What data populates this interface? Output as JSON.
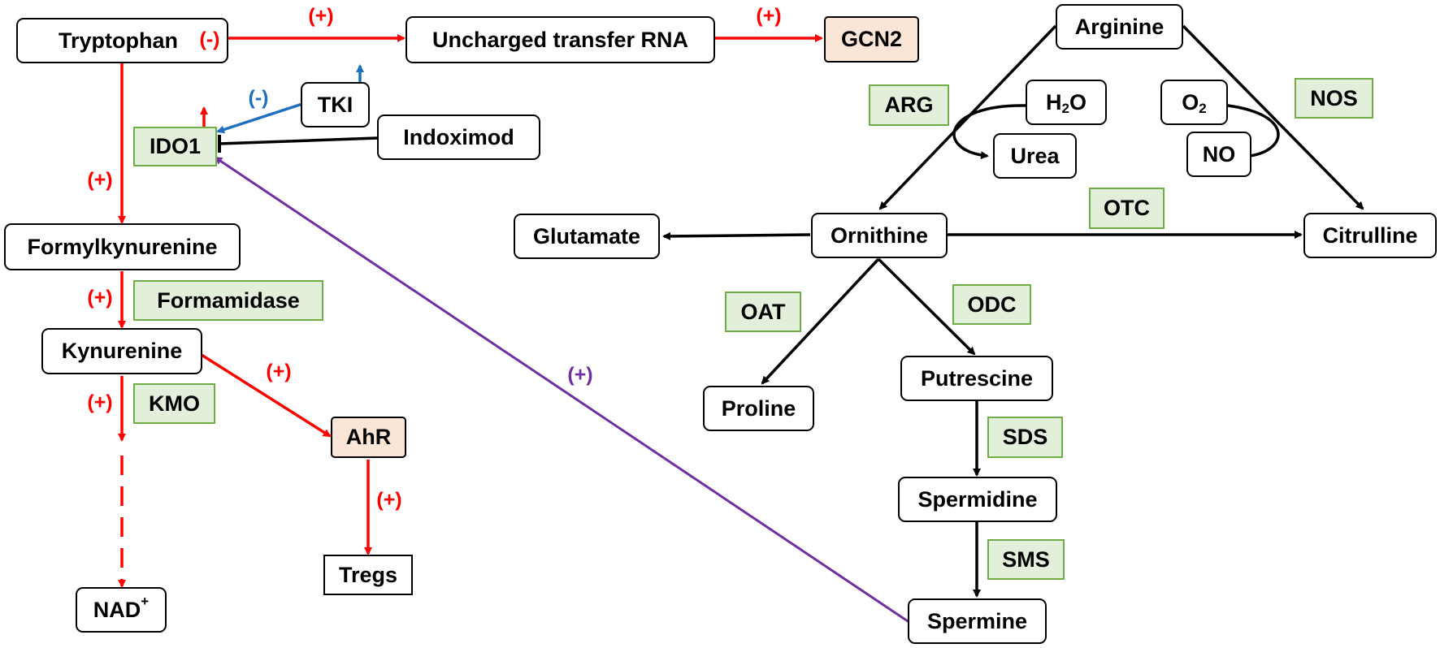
{
  "colors": {
    "activation_red": "#ff0000",
    "inhibition_blue": "#1f6fc0",
    "spermine_purple": "#7030a0",
    "pathway_black": "#000000",
    "enzyme_fill": "#e2efda",
    "enzyme_border": "#70ad47",
    "receptor_fill": "#fbe5d6"
  },
  "nodes": {
    "tryptophan": "Tryptophan",
    "uncharged_trna": "Uncharged transfer RNA",
    "gcn2": "GCN2",
    "tki": "TKI",
    "ido1": "IDO1",
    "indoximod": "Indoximod",
    "formylkynurenine": "Formylkynurenine",
    "formamidase": "Formamidase",
    "kynurenine": "Kynurenine",
    "kmo": "KMO",
    "ahr": "AhR",
    "tregs": "Tregs",
    "nad": {
      "base": "NAD",
      "sup": "+"
    },
    "arginine": "Arginine",
    "arg": "ARG",
    "water": {
      "base": "H",
      "sub": "2",
      "tail": "O"
    },
    "urea": "Urea",
    "oxygen": {
      "base": "O",
      "sub": "2"
    },
    "nos": "NOS",
    "no": "NO",
    "glutamate": "Glutamate",
    "ornithine": "Ornithine",
    "otc": "OTC",
    "citrulline": "Citrulline",
    "oat": "OAT",
    "odc": "ODC",
    "proline": "Proline",
    "putrescine": "Putrescine",
    "sds": "SDS",
    "spermidine": "Spermidine",
    "sms": "SMS",
    "spermine": "Spermine"
  },
  "labels": {
    "tryptophan_minus": "(-)",
    "trp_to_trna": "(+)",
    "trna_to_gcn2": "(+)",
    "tki_to_ido1": "(-)",
    "trp_to_formylkyn": "(+)",
    "formylkyn_to_kyn": "(+)",
    "kyn_to_ahr": "(+)",
    "kyn_to_nad": "(+)",
    "ahr_to_tregs": "(+)",
    "spermine_to_ido1": "(+)"
  }
}
